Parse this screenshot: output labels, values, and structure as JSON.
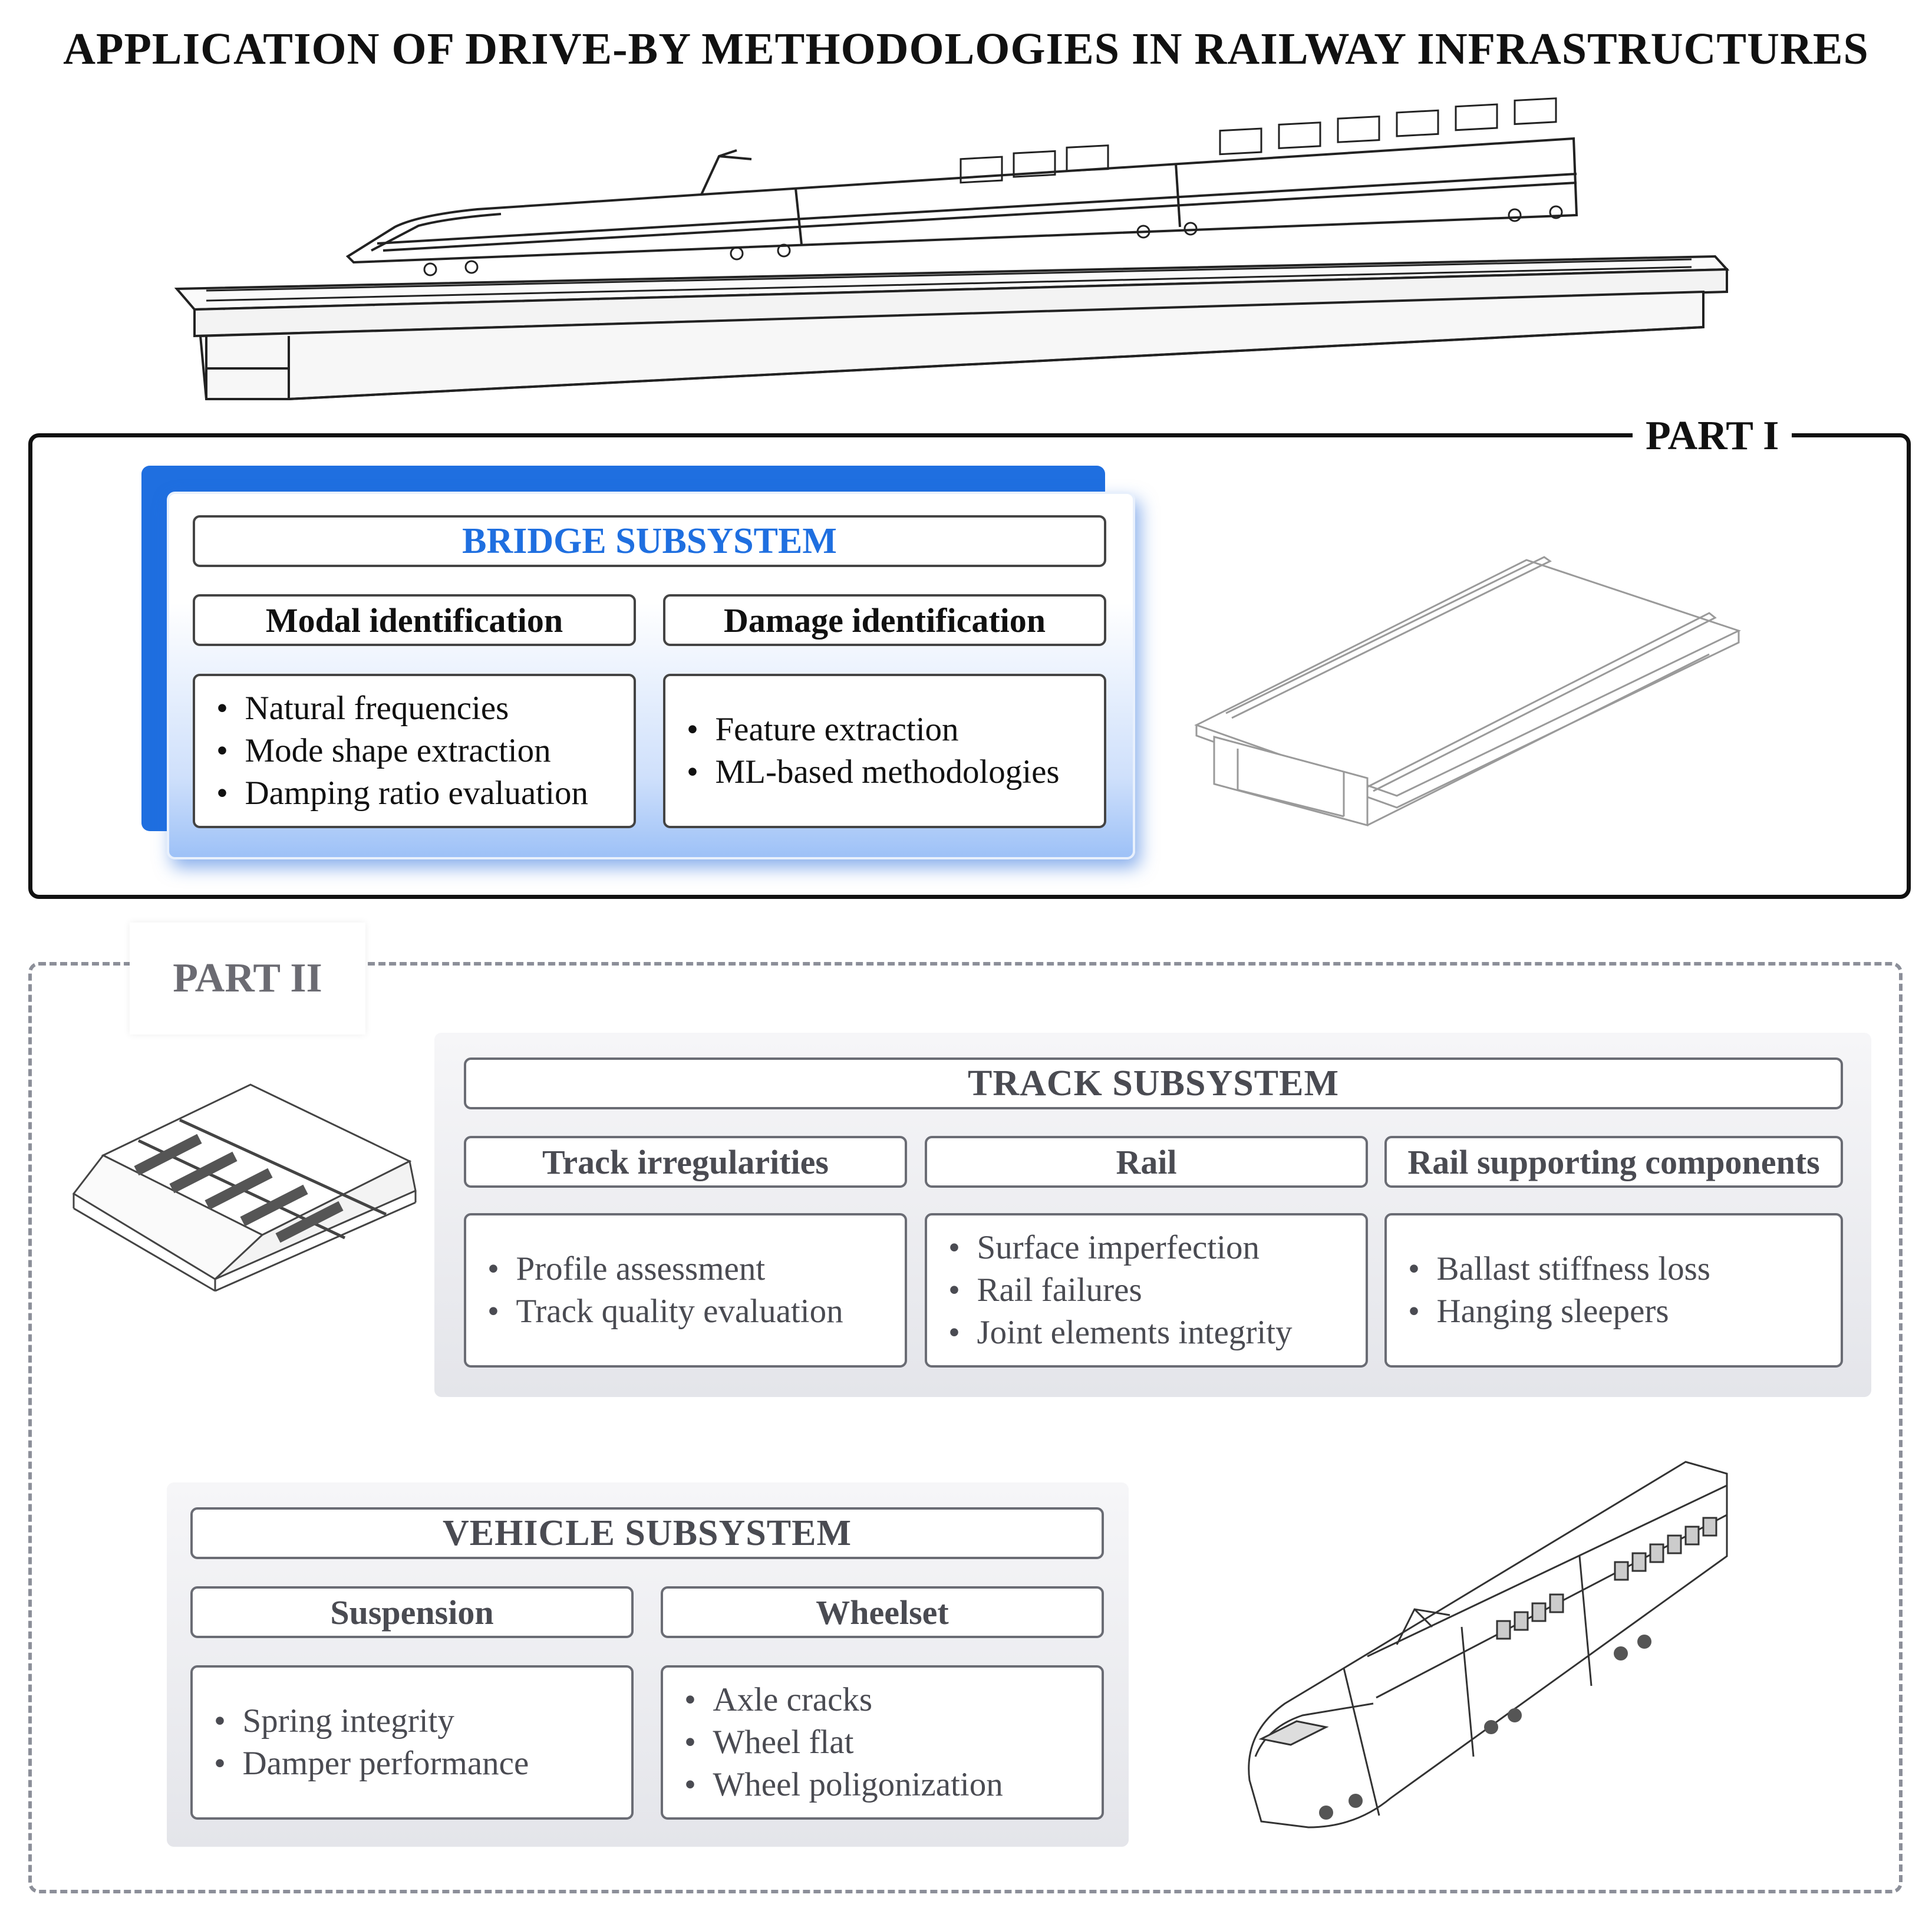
{
  "title": "APPLICATION OF DRIVE-BY METHODOLOGIES IN RAILWAY INFRASTRUCTURES",
  "part1": {
    "label": "PART I",
    "bridge": {
      "title": "BRIDGE SUBSYSTEM",
      "modal": {
        "header": "Modal identification",
        "items": [
          "Natural frequencies",
          "Mode shape extraction",
          "Damping ratio evaluation"
        ]
      },
      "damage": {
        "header": "Damage identification",
        "items": [
          "Feature extraction",
          "ML-based methodologies"
        ]
      }
    }
  },
  "part2": {
    "label": "PART II",
    "track": {
      "title": "TRACK SUBSYSTEM",
      "irregularities": {
        "header": "Track irregularities",
        "items": [
          "Profile assessment",
          "Track quality evaluation"
        ]
      },
      "rail": {
        "header": "Rail",
        "items": [
          "Surface imperfection",
          "Rail failures",
          "Joint elements integrity"
        ]
      },
      "supporting": {
        "header": "Rail supporting components",
        "items": [
          "Ballast stiffness loss",
          "Hanging sleepers"
        ]
      }
    },
    "vehicle": {
      "title": "VEHICLE SUBSYSTEM",
      "suspension": {
        "header": "Suspension",
        "items": [
          "Spring integrity",
          "Damper performance"
        ]
      },
      "wheelset": {
        "header": "Wheelset",
        "items": [
          "Axle cracks",
          "Wheel flat",
          "Wheel poligonization"
        ]
      }
    }
  },
  "colors": {
    "accent_blue": "#1f6fe0",
    "part2_text": "#4a4b52",
    "frame": "#111111",
    "dashed_frame": "#8c8f99"
  },
  "icons": [
    "train-on-bridge-illustration",
    "bridge-deck-illustration",
    "ballast-track-illustration",
    "high-speed-train-illustration"
  ]
}
